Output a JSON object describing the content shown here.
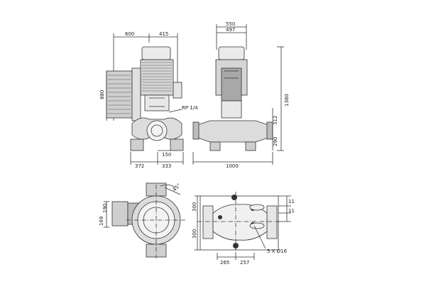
{
  "drawing": {
    "front_view": {
      "dim_width_left": "600",
      "dim_width_right": "415",
      "dim_height": "880",
      "dim_bottom_left": "372",
      "dim_bottom_right": "333",
      "dim_center": "150",
      "thread_label": "RP 1/4"
    },
    "side_view": {
      "dim_overall_top": "550",
      "dim_top": "497",
      "dim_overall_height": "1380",
      "dim_height_312": "312",
      "dim_height_290": "290",
      "dim_length": "1000"
    },
    "top_view": {
      "dim_190": "190",
      "dim_169": "169",
      "angle_label": "45°"
    },
    "flange_view": {
      "dim_300_top": "300",
      "dim_300_bottom": "300",
      "dim_11": "11",
      "dim_111": "11",
      "dim_265": "265",
      "dim_257": "257",
      "hole_label": "5 X Ø16"
    }
  }
}
